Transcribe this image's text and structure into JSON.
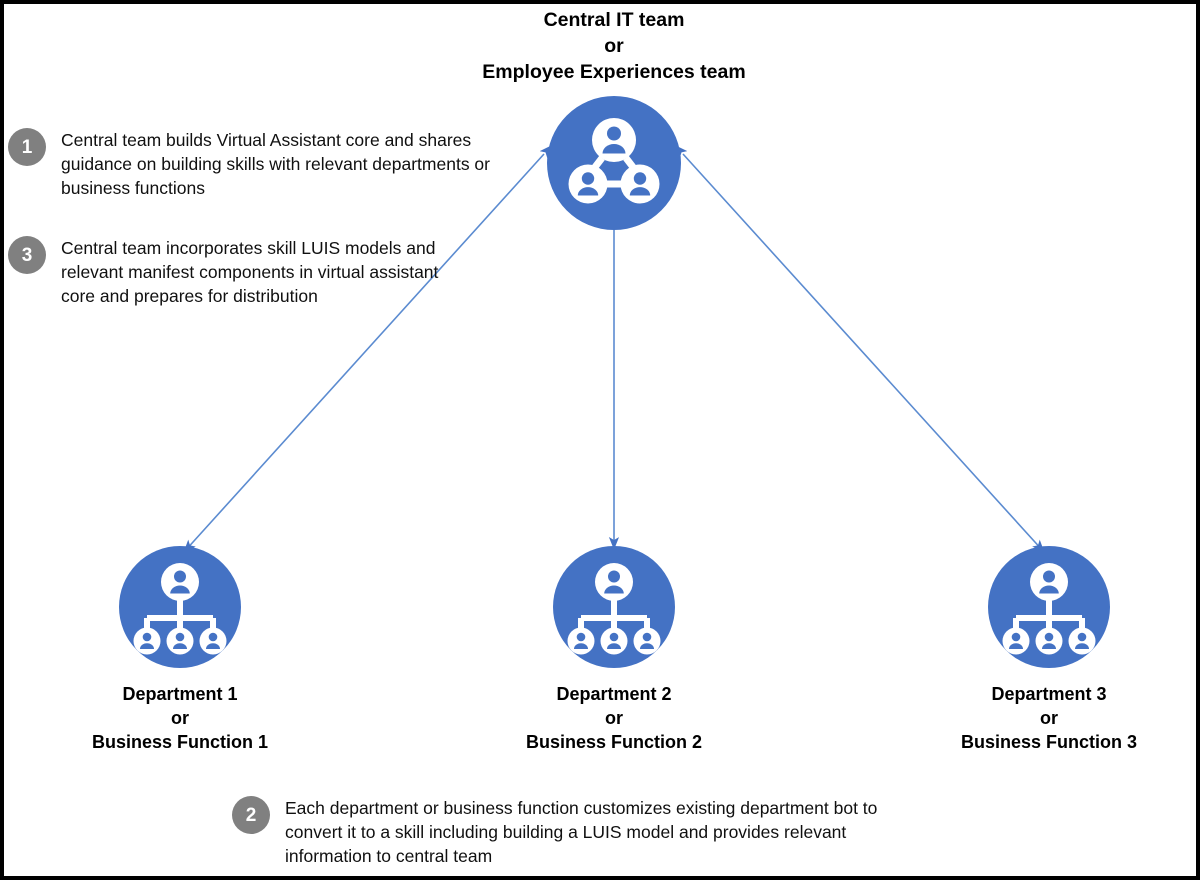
{
  "diagram": {
    "title": "Virtual Assistant skill distribution across central team and departments",
    "colors": {
      "node_blue": "#4472c4",
      "badge_gray": "#808080",
      "connector_blue": "#5b8bd0",
      "border_black": "#000000",
      "background": "#ffffff",
      "icon_white": "#ffffff"
    }
  },
  "central": {
    "label": "Central IT team\nor\nEmployee Experiences team",
    "icon": "people-network-icon"
  },
  "departments": [
    {
      "id": "dept-1",
      "label": "Department 1\nor\nBusiness Function 1",
      "icon": "org-chart-icon"
    },
    {
      "id": "dept-2",
      "label": "Department 2\nor\nBusiness Function 2",
      "icon": "org-chart-icon"
    },
    {
      "id": "dept-3",
      "label": "Department 3\nor\nBusiness Function 3",
      "icon": "org-chart-icon"
    }
  ],
  "steps": [
    {
      "number": "1",
      "text": "Central team builds Virtual Assistant core and shares guidance on building skills with relevant departments or business functions"
    },
    {
      "number": "2",
      "text": "Each department or business function customizes existing department bot to convert it to a skill including building a LUIS model and provides relevant information to central team"
    },
    {
      "number": "3",
      "text": "Central team incorporates skill LUIS models and relevant manifest components in virtual assistant core and prepares for distribution"
    }
  ],
  "connectors": [
    {
      "id": "connector-central-dept1",
      "from": "central",
      "to": "dept-1",
      "style": "double-arrow"
    },
    {
      "id": "connector-central-dept2",
      "from": "central",
      "to": "dept-2",
      "style": "double-arrow"
    },
    {
      "id": "connector-central-dept3",
      "from": "central",
      "to": "dept-3",
      "style": "double-arrow"
    }
  ]
}
